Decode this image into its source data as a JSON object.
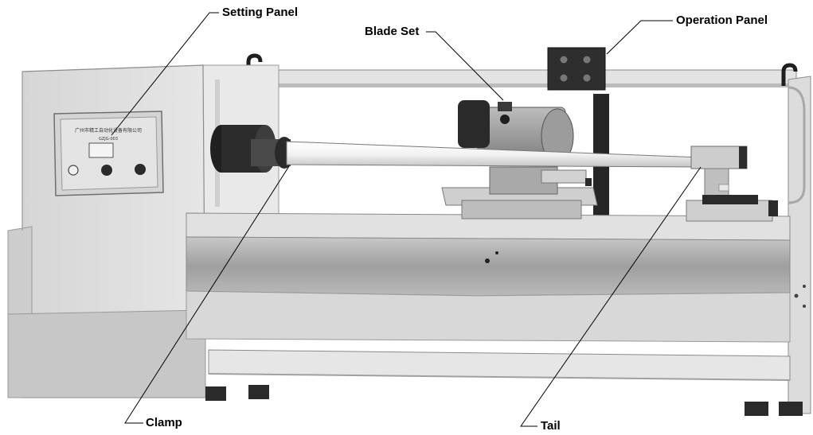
{
  "labels": {
    "setting_panel": "Setting Panel",
    "blade_set": "Blade Set",
    "operation_panel": "Operation Panel",
    "clamp": "Clamp",
    "tail": "Tail"
  },
  "panel_text": {
    "company": "广州市精工自动化设备有限公司",
    "model": "GZJG-003"
  },
  "colors": {
    "leader_line": "#000000",
    "machine_light": "#d9d9d9",
    "machine_mid": "#b5b5b5",
    "machine_dark": "#2a2a2a"
  }
}
